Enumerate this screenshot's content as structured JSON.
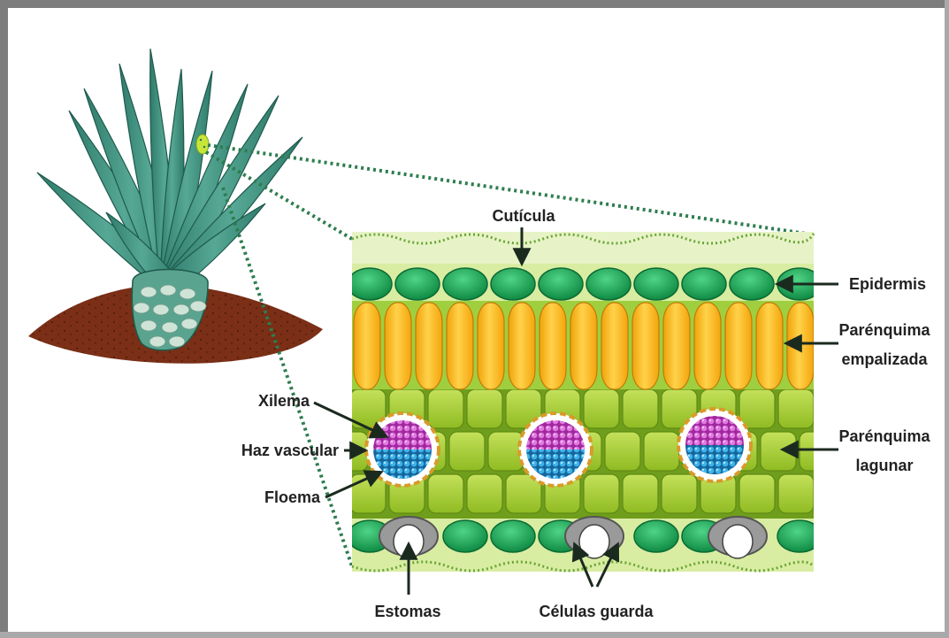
{
  "labels": {
    "cuticula": "Cutícula",
    "epidermis": "Epidermis",
    "parenquima_empalizada_1": "Parénquima",
    "parenquima_empalizada_2": "empalizada",
    "xilema": "Xilema",
    "haz_vascular": "Haz vascular",
    "floema": "Floema",
    "parenquima_lagunar_1": "Parénquima",
    "parenquima_lagunar_2": "lagunar",
    "estomas": "Estomas",
    "celulas_guarda": "Células guarda"
  },
  "colors": {
    "epidermis_cell": "#1fae59",
    "palisade_cell": "#ffbb1a",
    "spongy_cell": "#a8cf3a",
    "xylem": "#c24bc4",
    "phloem": "#2a9fdc",
    "bundle_sheath": "#e2b24f",
    "zoom_line": "#2e7d4f",
    "leaf_fill": "#3b8c7a",
    "soil": "#8a3b22"
  },
  "icons": {
    "plant": "agave-plant-icon",
    "stoma": "stoma-icon"
  }
}
